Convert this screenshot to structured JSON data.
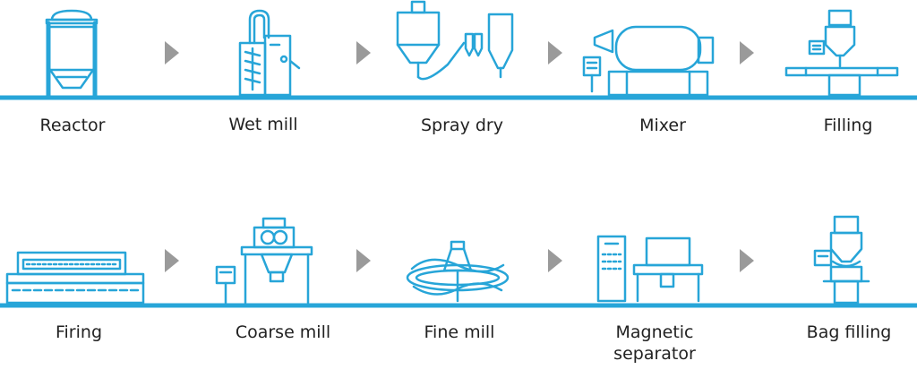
{
  "colors": {
    "line": "#27a5d8",
    "arrow": "#9a9a9a",
    "text": "#222222",
    "fill_light": "#e6f4fb"
  },
  "rows": [
    {
      "steps": [
        {
          "icon": "reactor-icon",
          "label": "Reactor"
        },
        {
          "icon": "wet-mill-icon",
          "label": "Wet mill"
        },
        {
          "icon": "spray-dryer-icon",
          "label": "Spray dry"
        },
        {
          "icon": "mixer-icon",
          "label": "Mixer"
        },
        {
          "icon": "filling-machine-icon",
          "label": "Filling"
        }
      ]
    },
    {
      "steps": [
        {
          "icon": "firing-kiln-icon",
          "label": "Firing"
        },
        {
          "icon": "coarse-mill-icon",
          "label": "Coarse mill"
        },
        {
          "icon": "fine-mill-icon",
          "label": "Fine mill"
        },
        {
          "icon": "magnetic-separator-icon",
          "label": "Magnetic",
          "label2": "separator"
        },
        {
          "icon": "bag-filling-icon",
          "label": "Bag filling"
        }
      ]
    }
  ]
}
